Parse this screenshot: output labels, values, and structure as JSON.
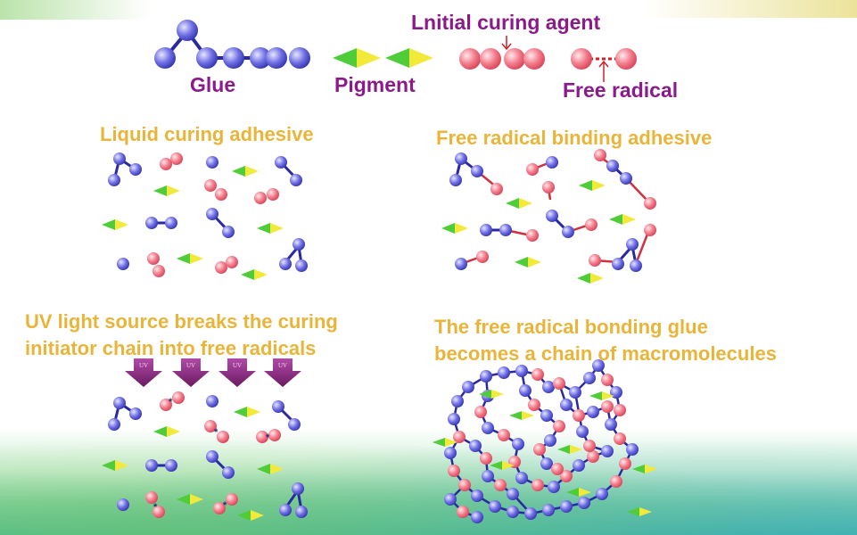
{
  "legend": {
    "glue": "Glue",
    "pigment": "Pigment",
    "initial_curing_agent": "Lnitial curing agent",
    "free_radical": "Free radical"
  },
  "panels": {
    "liquid": {
      "title": "Liquid curing adhesive"
    },
    "free_radical_binding": {
      "title": "Free radical binding adhesive"
    },
    "uv": {
      "title_line1": "UV light source breaks the curing",
      "title_line2": "initiator chain into free radicals",
      "arrow_label": "UV"
    },
    "chain": {
      "title_line1": "The free radical bonding glue",
      "title_line2": "becomes a chain of macromolecules"
    }
  },
  "colors": {
    "glue": "#6a6ae0",
    "curing_agent": "#f07b8a",
    "pigment_green": "#4fcc3a",
    "pigment_yellow": "#f3e93a",
    "title_purple": "#8b1a8b",
    "title_gold": "#e8b53a",
    "uv_arrow": "#8c2a80"
  }
}
